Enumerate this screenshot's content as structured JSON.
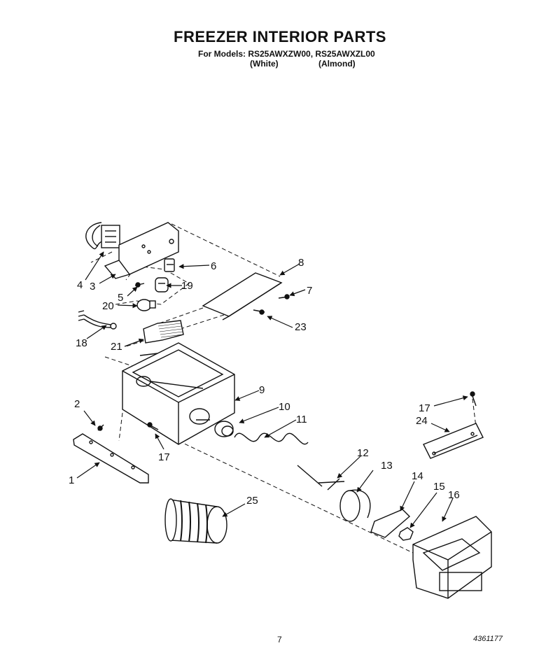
{
  "header": {
    "title": "FREEZER INTERIOR PARTS",
    "models": "For Models: RS25AWXZW00, RS25AWXZL00",
    "variant_white": "(White)",
    "variant_almond": "(Almond)"
  },
  "callouts": [
    "1",
    "2",
    "3",
    "4",
    "5",
    "6",
    "7",
    "8",
    "9",
    "10",
    "11",
    "12",
    "13",
    "14",
    "15",
    "16",
    "17",
    "17",
    "18",
    "19",
    "20",
    "21",
    "23",
    "24",
    "25"
  ],
  "footer": {
    "page_number": "7",
    "doc_code": "4361177"
  }
}
